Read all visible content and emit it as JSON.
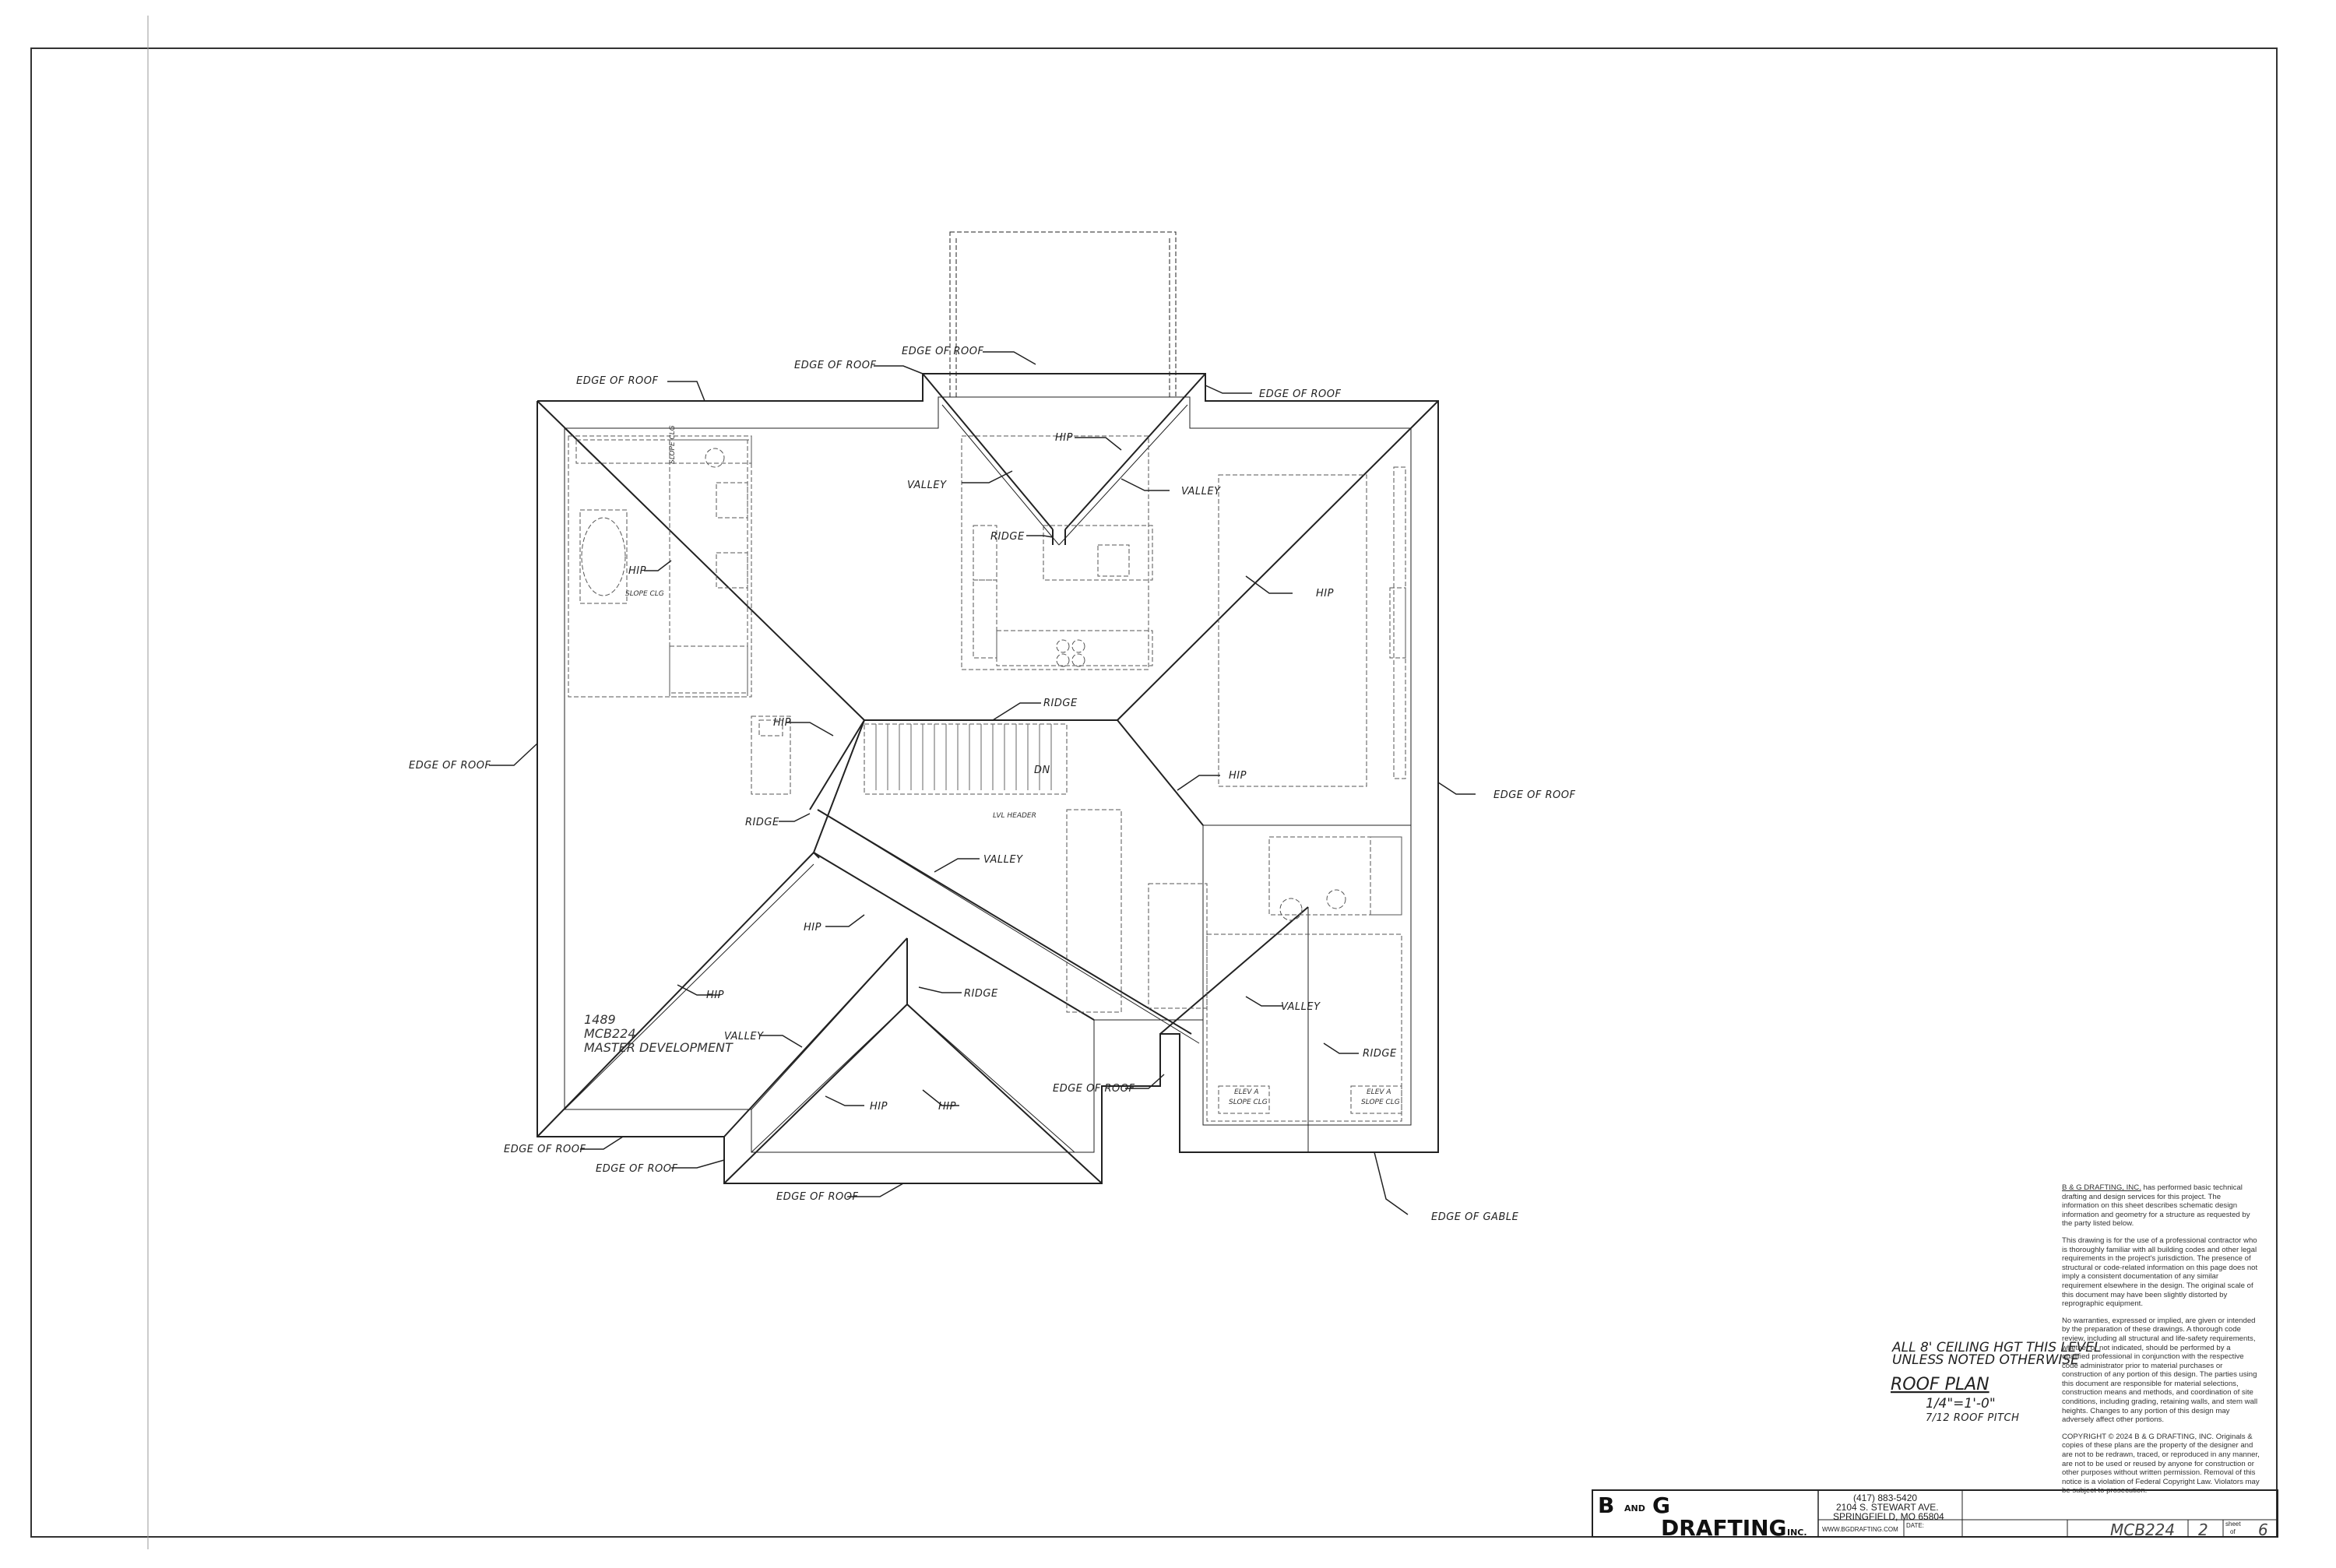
{
  "labels": {
    "edge_of_roof": "EDGE OF ROOF",
    "edge_of_gable": "EDGE OF GABLE",
    "hip": "HIP",
    "valley": "VALLEY",
    "ridge": "RIDGE",
    "dn": "DN",
    "lvl_header": "LVL HEADER",
    "slope_clg": "SLOPE CLG",
    "elev_a": "ELEV A",
    "elev_a_slope": "SLOPE CLG"
  },
  "development": {
    "line1": "1489",
    "line2": "MCB224",
    "line3": "MASTER DEVELOPMENT"
  },
  "notes": {
    "ceiling_1": "ALL 8' CEILING HGT THIS LEVEL",
    "ceiling_2": "UNLESS NOTED OTHERWISE",
    "plan_title": "ROOF PLAN",
    "scale": "1/4\"=1'-0\"",
    "pitch": "7/12 ROOF PITCH"
  },
  "disclaimer": {
    "p1_firm": "B & G DRAFTING, INC.",
    "p1_rest": " has performed basic technical drafting and design services for this project. The information on this sheet describes schematic design information and geometry for a structure as requested by the party listed below.",
    "p2": "This drawing is for the use of a professional contractor who is thoroughly familiar with all building codes and other legal requirements in the project's jurisdiction. The presence of structural or code-related information on this page does not imply a consistent documentation of any similar requirement elsewhere in the design. The original scale of this document may have been slightly distorted by reprographic equipment.",
    "p3": "No warranties, expressed or implied, are given or intended by the preparation of these drawings. A thorough code review, including all structural and life-safety requirements, whether or not indicated, should be performed by a qualified professional in conjunction with the respective code administrator prior to material purchases or construction of any portion of this design. The parties using this document are responsible for material selections, construction means and methods, and coordination of site conditions, including grading, retaining walls, and stem wall heights. Changes to any portion of this design may adversely affect other portions.",
    "p4": "COPYRIGHT © 2024 B & G DRAFTING, INC. Originals & copies of these plans are the property of the designer and are not to be redrawn, traced, or reproduced in any manner, are not to be used or reused by anyone for construction or other purposes without written permission. Removal of this notice is a violation of Federal Copyright Law. Violators may be subject to prosecution."
  },
  "title_block": {
    "logo_b": "B",
    "logo_and": "AND",
    "logo_g": "G",
    "logo_drafting": "DRAFTING",
    "logo_inc": "INC.",
    "phone": "(417) 883-5420",
    "address1": "2104 S. STEWART AVE.",
    "address2": "SPRINGFIELD, MO 65804",
    "website": "WWW.BGDRAFTING.COM",
    "date_label": "DATE:",
    "plan_no": "MCB224",
    "sheet_no": "2",
    "sheet_word": "sheet",
    "of_word": "of",
    "sheet_total": "6"
  }
}
